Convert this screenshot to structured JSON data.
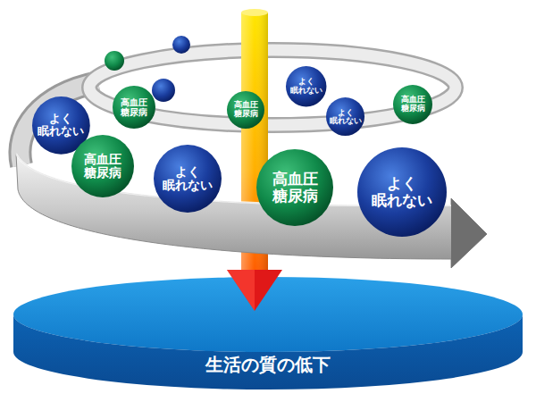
{
  "diagram": {
    "nodes": [
      {
        "text": [
          "よく 眠れない"
        ]
      },
      {
        "text": [
          "高血圧 糖尿病"
        ]
      },
      {
        "text": [
          "高血圧 糖尿病"
        ]
      },
      {
        "text": [
          "よく 眠れない"
        ]
      },
      {
        "text": [
          "高血圧 糖尿病"
        ]
      },
      {
        "text": [
          "よく 眠れない"
        ]
      },
      {
        "text": [
          "高血圧 糖尿病"
        ]
      },
      {
        "text": [
          "よく 眠れない"
        ]
      },
      {
        "text": [
          "高血圧 糖尿病"
        ]
      },
      {
        "text": [
          "よく 眠れない"
        ]
      },
      {
        "text": [
          "生活の質の低下"
        ]
      }
    ]
  }
}
